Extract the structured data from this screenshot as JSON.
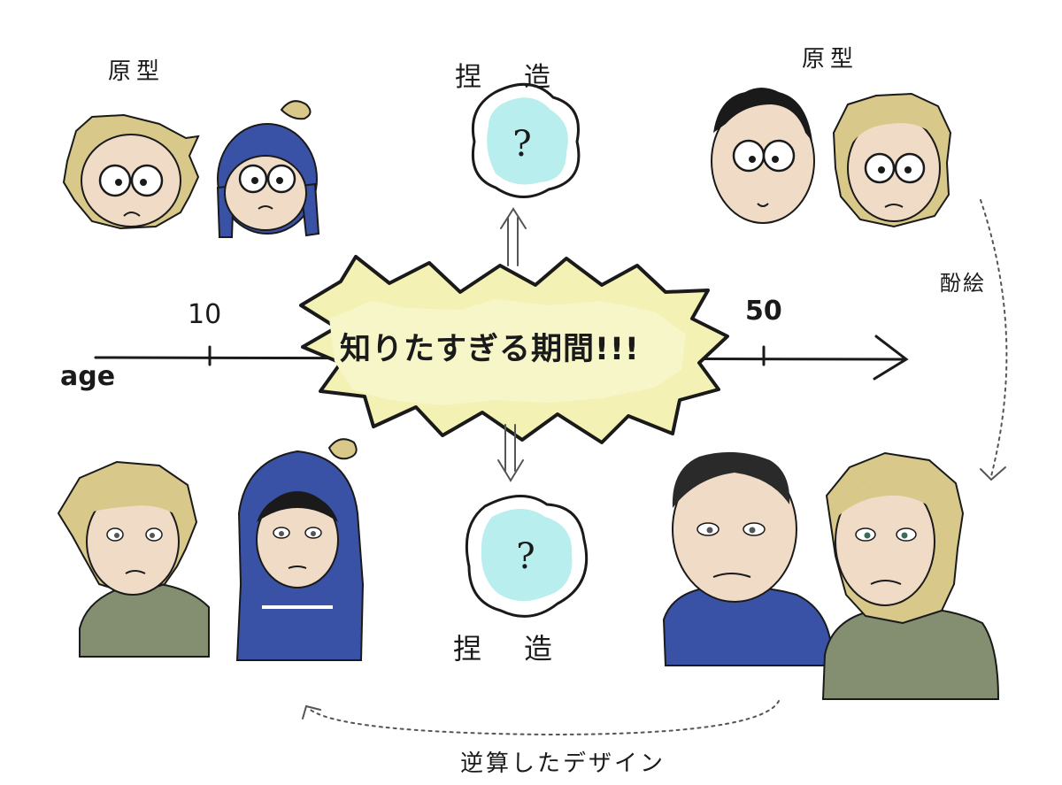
{
  "texts": {
    "top_left_label": "原型",
    "top_right_label": "原型",
    "top_center_label": "捏造",
    "bottom_center_label": "捏造",
    "burst_text": "知りたすぎる期間!!!",
    "axis_label": "age",
    "tick_10": "10",
    "tick_50": "50",
    "right_side_label": "酚絵",
    "bottom_caption": "逆算したデザイン",
    "question_mark": "?"
  },
  "colors": {
    "blue": "#3a52a6",
    "blond": "#d8c98a",
    "skin": "#f0dcc6",
    "olive": "#838f70",
    "burst_fill": "#f3f1b4",
    "cyan": "#b8eeee",
    "ink": "#1a1a1a"
  },
  "icons": [
    "question-mark-icon",
    "double-arrow-up-icon",
    "double-arrow-down-icon",
    "axis-arrow-icon"
  ]
}
